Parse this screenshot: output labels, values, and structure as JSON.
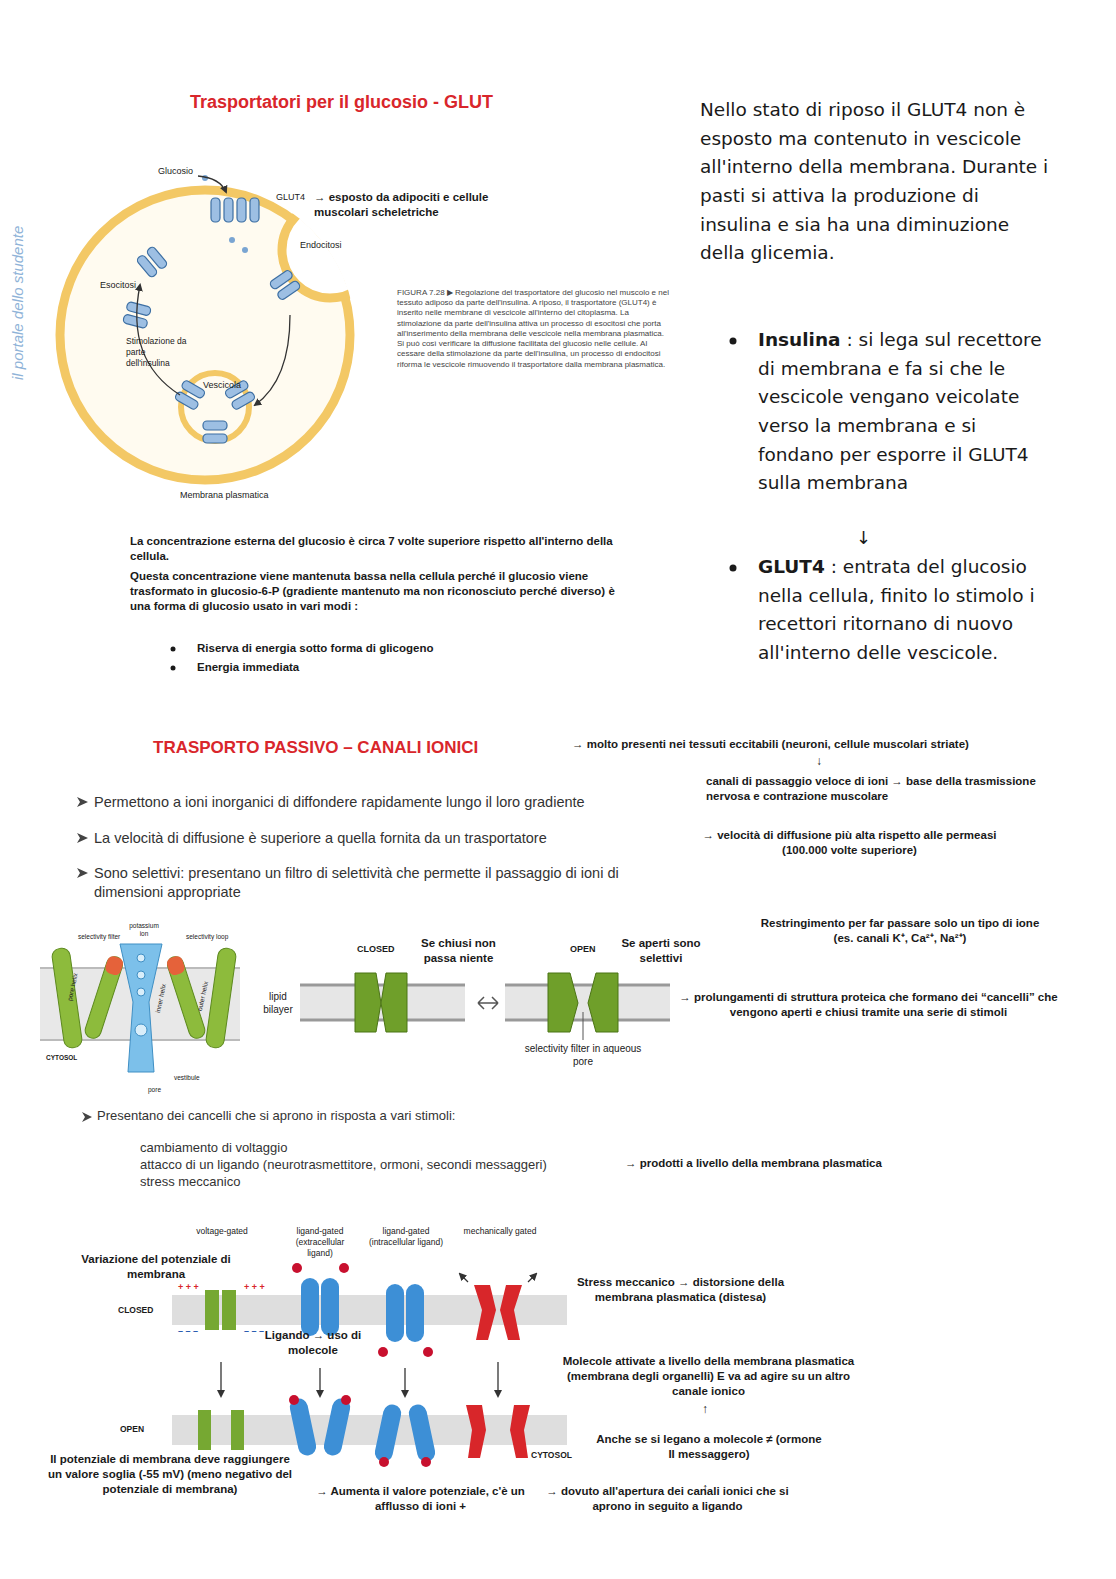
{
  "diagram": {
    "title": "Trasportatori per il glucosio - GLUT",
    "caption": "FIGURA 7.28 ▶ Regolazione del trasportatore del glucosio nel muscolo e nel tessuto adiposo da parte dell'insulina. A riposo, il trasportatore (GLUT4) è inserito nelle membrane di vescicole all'interno del citoplasma. La stimolazione da parte dell'insulina attiva un processo di esocitosi che porta all'inserimento della membrana delle vescicole nella membrana plasmatica. Si può così verificare la diffusione facilitata del glucosio nelle cellule. Al cessare della stimolazione da parte dell'insulina, un processo di endocitosi riforma le vescicole rimuovendo il trasportatore dalla membrana plasmatica.",
    "labels": [
      "Glucosio",
      "GLUT4",
      "→ esposto da adipociti e cellule muscolari scheletriche",
      "Endocitosi",
      "Esocitosi",
      "Stimolazione da parte dell'insulina",
      "Vescicola",
      "Membrana plasmatica",
      "Nello stato di riposo il GLUT4 non è esposto ma contenuto in vescicole all'interno della membrana. Durante i pasti si attiva la produzione di insulina e sia ha una diminuzione della glicemia.",
      "Insulina",
      " : si lega sul recettore di membrana e fa si che le vescicole vengano veicolate verso la membrana e si fondano per esporre il GLUT4 sulla membrana",
      "↓",
      "GLUT4",
      " : entrata del glucosio nella cellula, finito lo stimolo i recettori ritornano di nuovo all'interno delle vescicole.",
      "La concentrazione esterna del glucosio è circa 7 volte superiore rispetto all'interno della cellula.",
      "Questa concentrazione viene mantenuta bassa nella cellula perché il glucosio viene trasformato in glucosio-6-P (gradiente mantenuto ma non riconosciuto perché diverso) è una forma di glucosio usato in vari modi :",
      "Riserva di energia sotto forma di glicogeno",
      "Energia immediata",
      "TRASPORTO PASSIVO – CANALI IONICI",
      "→ molto presenti nei tessuti eccitabili (neuroni, cellule muscolari striate)",
      "↓",
      "canali di passaggio veloce di ioni → base della trasmissione nervosa e contrazione muscolare",
      "Permettono a ioni inorganici di diffondere rapidamente lungo il loro gradiente",
      "La velocità di diffusione è superiore a quella fornita da un trasportatore",
      "→ velocità di diffusione più alta rispetto alle permeasi (100.000 volte superiore)",
      "Sono selettivi: presentano un filtro di selettività che permette il passaggio di ioni di dimensioni appropriate",
      "Restringimento per far passare solo un tipo di ione (es. canali K⁺, Ca²⁺, Na²⁺)",
      "selectivity filter",
      "potassium ion",
      "selectivity loop",
      "pore helix",
      "inner helix",
      "outer helix",
      "CYTOSOL",
      "vestibule",
      "pore",
      "lipid bilayer",
      "CLOSED",
      "Se chiusi non passa niente",
      "OPEN",
      "Se aperti sono selettivi",
      "selectivity filter in aqueous pore",
      "→ prolungamenti di struttura proteica che formano dei “cancelli” che vengono aperti e chiusi tramite una serie di stimoli",
      "Presentano dei cancelli che si aprono in risposta a vari stimoli:",
      "cambiamento di voltaggio",
      "attacco di un ligando (neurotrasmettitore, ormoni, secondi messaggeri)",
      "→ prodotti a livello della membrana plasmatica",
      "stress meccanico",
      "voltage-gated",
      "ligand-gated (extracellular ligand)",
      "ligand-gated (intracellular ligand)",
      "mechanically gated",
      "Variazione del potenziale di membrana",
      "CLOSED",
      "+ + +",
      "+ + +",
      "– – –",
      "– – –",
      "Ligando → uso di molecole",
      "Stress meccanico → distorsione della membrana plasmatica (distesa)",
      "Molecole attivate a livello della membrana plasmatica (membrana degli organelli) E va ad agire su un altro canale ionico",
      "↑",
      "OPEN",
      "Anche se si legano a molecole ≠ (ormone II messaggero)",
      "CYTOSOL",
      "↑",
      "Il potenziale di membrana deve raggiungere un valore soglia (-55 mV) (meno negativo del potenziale di membrana)",
      "→ Aumenta il valore potenziale, c'è un afflusso di ioni +",
      "→ dovuto all'apertura dei canali ionici che si aprono in seguito a ligando",
      "il portale dello studente"
    ]
  }
}
